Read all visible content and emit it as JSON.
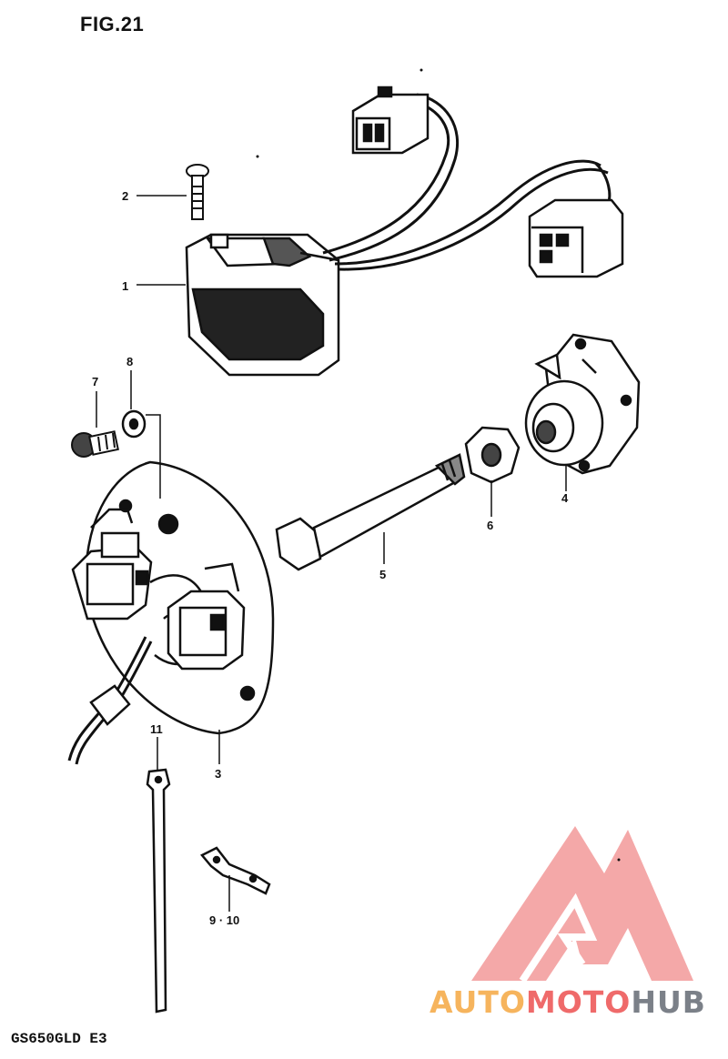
{
  "header": {
    "figure_label": "FIG.21"
  },
  "footer": {
    "model_code": "GS650GLD E3"
  },
  "watermark": {
    "word_parts": [
      "AUTO",
      "MOTO",
      "HUB"
    ],
    "colors": {
      "auto": "#f6b45d",
      "moto": "#ef6a6a",
      "hub": "#7b8088",
      "logo": "#f39a9a"
    }
  },
  "callouts": {
    "c1": "1",
    "c2": "2",
    "c3": "3",
    "c4": "4",
    "c5": "5",
    "c6": "6",
    "c7": "7",
    "c8": "8",
    "c9_10": "9 · 10",
    "c11": "11"
  }
}
